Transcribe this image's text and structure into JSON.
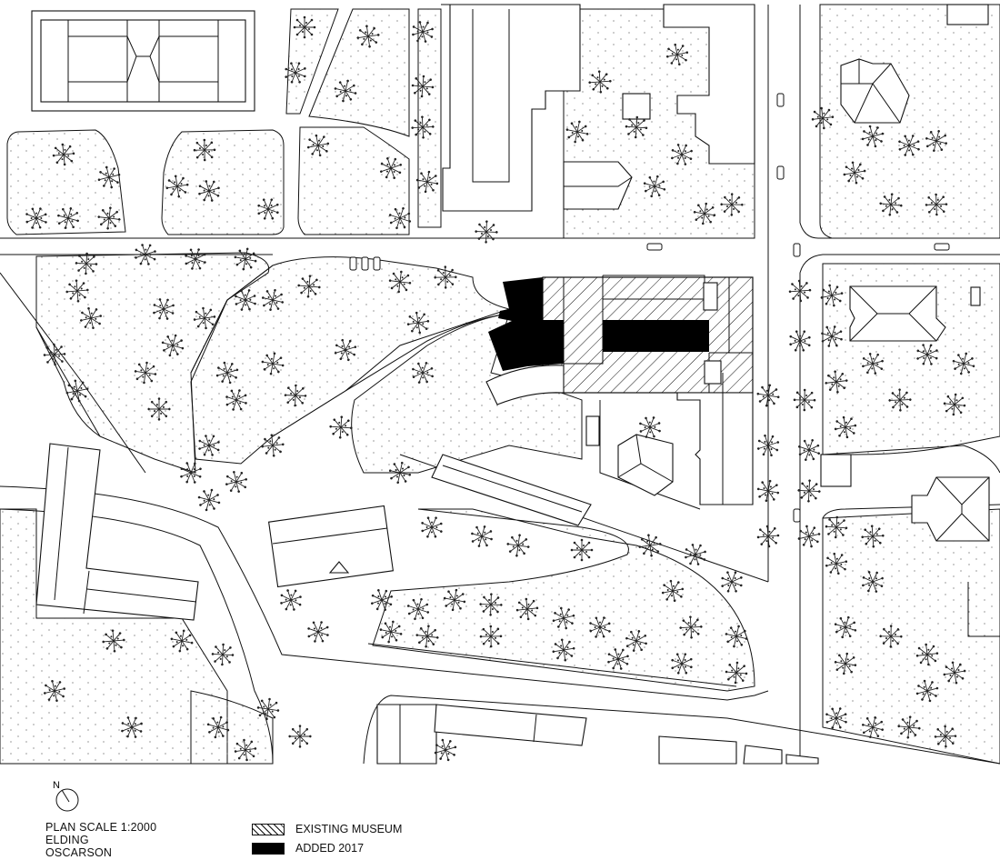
{
  "plan": {
    "title_lines": [
      "PLAN SCALE 1:2000",
      "ELDING",
      "OSCARSON"
    ],
    "north_label": "N",
    "icons": [
      "north-arrow-icon",
      "tree-icon",
      "car-icon"
    ]
  },
  "legend": {
    "items": [
      {
        "label": "EXISTING MUSEUM",
        "pattern": "hatch"
      },
      {
        "label": "ADDED 2017",
        "pattern": "solid",
        "color": "#000000"
      }
    ]
  }
}
